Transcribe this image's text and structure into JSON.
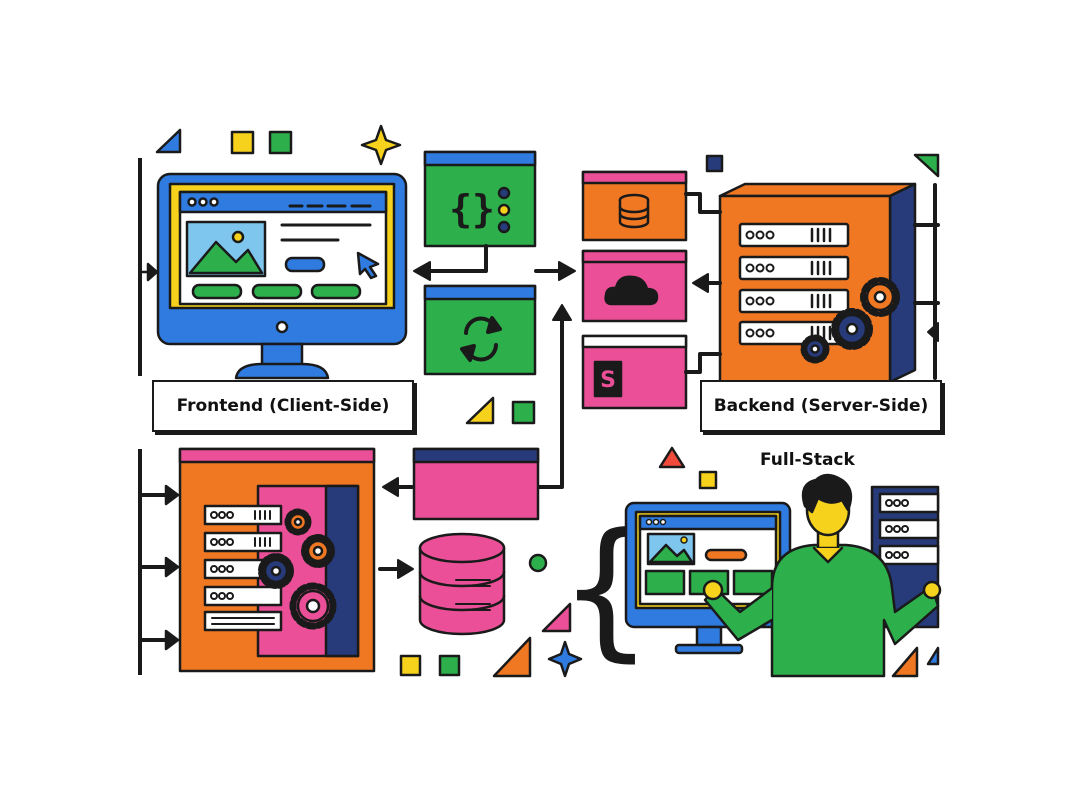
{
  "labels": {
    "frontend": "Frontend (Client-Side)",
    "backend": "Backend (Server-Side)",
    "fullstack": "Full-Stack"
  },
  "icons": {
    "code_window": "code-braces-icon",
    "sync_window": "refresh-icon",
    "database_window": "database-icon",
    "cloud_window": "cloud-icon",
    "app_window": "s-app-icon"
  },
  "colors": {
    "blue": "#2f7be0",
    "green": "#2db04b",
    "orange": "#f07822",
    "pink": "#ea4f97",
    "navy": "#273a7a",
    "yellow": "#f6d21d",
    "outline": "#1a1a1a"
  }
}
